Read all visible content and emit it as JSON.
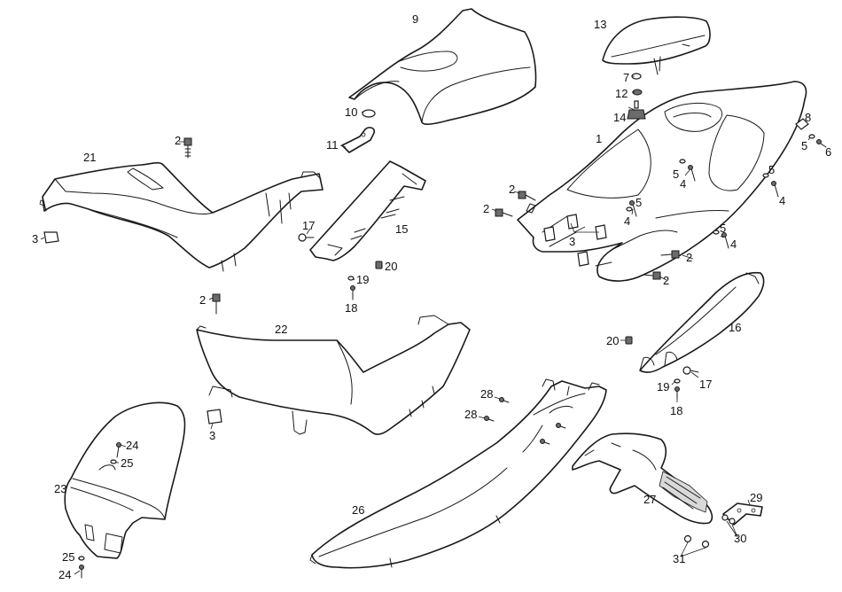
{
  "parts": [
    {
      "id": "1"
    },
    {
      "id": "2"
    },
    {
      "id": "3"
    },
    {
      "id": "4"
    },
    {
      "id": "5"
    },
    {
      "id": "6"
    },
    {
      "id": "7"
    },
    {
      "id": "8"
    },
    {
      "id": "9"
    },
    {
      "id": "10"
    },
    {
      "id": "11"
    },
    {
      "id": "12"
    },
    {
      "id": "13"
    },
    {
      "id": "14"
    },
    {
      "id": "15"
    },
    {
      "id": "16"
    },
    {
      "id": "17"
    },
    {
      "id": "18"
    },
    {
      "id": "19"
    },
    {
      "id": "20"
    },
    {
      "id": "21"
    },
    {
      "id": "22"
    },
    {
      "id": "23"
    },
    {
      "id": "24"
    },
    {
      "id": "25"
    },
    {
      "id": "26"
    },
    {
      "id": "27"
    },
    {
      "id": "28"
    },
    {
      "id": "29"
    },
    {
      "id": "30"
    },
    {
      "id": "31"
    }
  ],
  "colors": {
    "line": "#1a1a1a",
    "fill": "#ffffff",
    "hardware_dark": "#6b6b6b",
    "shade": "#d9d9d9"
  }
}
